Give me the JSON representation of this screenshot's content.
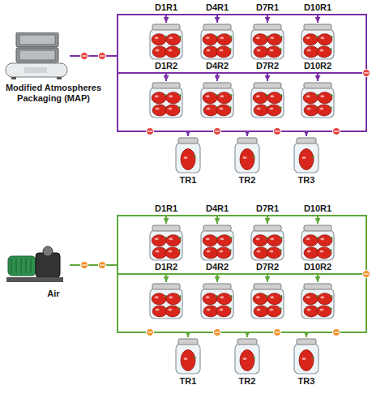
{
  "diagram": {
    "nodes": [
      {
        "text": [
          "Modified Atmospheres Packaging (MAP)"
        ]
      },
      {
        "text": [
          "D1R1"
        ]
      },
      {
        "text": [
          "D4R1"
        ]
      },
      {
        "text": [
          "D7R1"
        ]
      },
      {
        "text": [
          "D10R1"
        ]
      },
      {
        "text": [
          "D1R2"
        ]
      },
      {
        "text": [
          "D4R2"
        ]
      },
      {
        "text": [
          "D7R2"
        ]
      },
      {
        "text": [
          "D10R2"
        ]
      },
      {
        "text": [
          "TR1"
        ]
      },
      {
        "text": [
          "TR2"
        ]
      },
      {
        "text": [
          "TR3"
        ]
      },
      {
        "text": [
          "Air"
        ]
      },
      {
        "text": [
          "D1R1"
        ]
      },
      {
        "text": [
          "D4R1"
        ]
      },
      {
        "text": [
          "D7R1"
        ]
      },
      {
        "text": [
          "D10R1"
        ]
      },
      {
        "text": [
          "D1R2"
        ]
      },
      {
        "text": [
          "D4R2"
        ]
      },
      {
        "text": [
          "D7R2"
        ]
      },
      {
        "text": [
          "D10R2"
        ]
      },
      {
        "text": [
          "TR1"
        ]
      },
      {
        "text": [
          "TR2"
        ]
      },
      {
        "text": [
          "TR3"
        ]
      }
    ],
    "edges": [
      {
        "from": 0,
        "to": 1,
        "arrow": "to"
      },
      {
        "from": 0,
        "to": 2,
        "arrow": "to"
      },
      {
        "from": 0,
        "to": 3,
        "arrow": "to"
      },
      {
        "from": 0,
        "to": 4,
        "arrow": "to"
      },
      {
        "from": 0,
        "to": 5,
        "arrow": "to"
      },
      {
        "from": 0,
        "to": 6,
        "arrow": "to"
      },
      {
        "from": 0,
        "to": 7,
        "arrow": "to"
      },
      {
        "from": 0,
        "to": 8,
        "arrow": "to"
      },
      {
        "from": 0,
        "to": 9,
        "arrow": "to"
      },
      {
        "from": 0,
        "to": 10,
        "arrow": "to"
      },
      {
        "from": 0,
        "to": 11,
        "arrow": "to"
      },
      {
        "from": 12,
        "to": 13,
        "arrow": "to"
      },
      {
        "from": 12,
        "to": 14,
        "arrow": "to"
      },
      {
        "from": 12,
        "to": 15,
        "arrow": "to"
      },
      {
        "from": 12,
        "to": 16,
        "arrow": "to"
      },
      {
        "from": 12,
        "to": 17,
        "arrow": "to"
      },
      {
        "from": 12,
        "to": 18,
        "arrow": "to"
      },
      {
        "from": 12,
        "to": 19,
        "arrow": "to"
      },
      {
        "from": 12,
        "to": 20,
        "arrow": "to"
      },
      {
        "from": 12,
        "to": 21,
        "arrow": "to"
      },
      {
        "from": 12,
        "to": 22,
        "arrow": "to"
      },
      {
        "from": 12,
        "to": 23,
        "arrow": "to"
      }
    ]
  }
}
